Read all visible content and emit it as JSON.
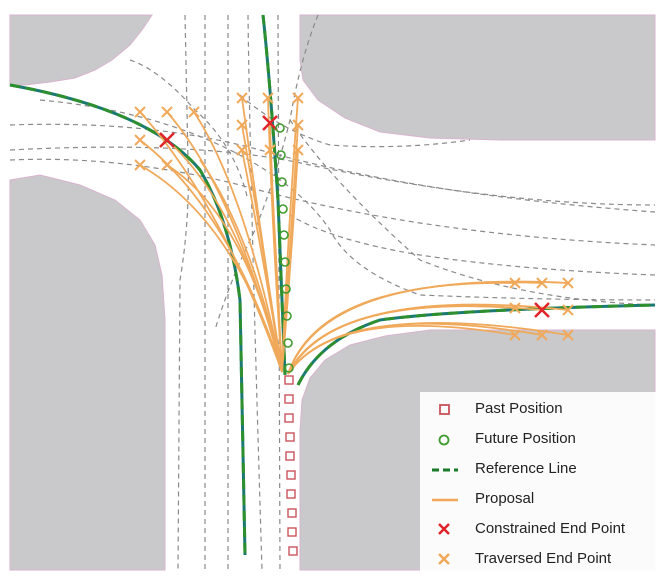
{
  "legend": {
    "items": [
      {
        "label": "Past Position",
        "symbol": "square",
        "color": "#c9525b"
      },
      {
        "label": "Future Position",
        "symbol": "circle",
        "color": "#3f9a2e"
      },
      {
        "label": "Reference Line",
        "symbol": "dashed-line",
        "color": "#1a7a2a"
      },
      {
        "label": "Proposal",
        "symbol": "line",
        "color": "#f0a95a"
      },
      {
        "label": "Constrained End Point",
        "symbol": "cross",
        "color": "#e0242a"
      },
      {
        "label": "Traversed End Point",
        "symbol": "cross",
        "color": "#f0a95a"
      }
    ]
  },
  "colors": {
    "building": "#c9c9cb",
    "curb": "#d9b3cf",
    "lane": "#8a8a8a",
    "reference": "#1a7a72",
    "reference_dash": "#2e8f2e",
    "proposal": "#f0a95a",
    "past": "#c9525b",
    "future": "#3f9a2e",
    "constrained": "#e0242a"
  }
}
